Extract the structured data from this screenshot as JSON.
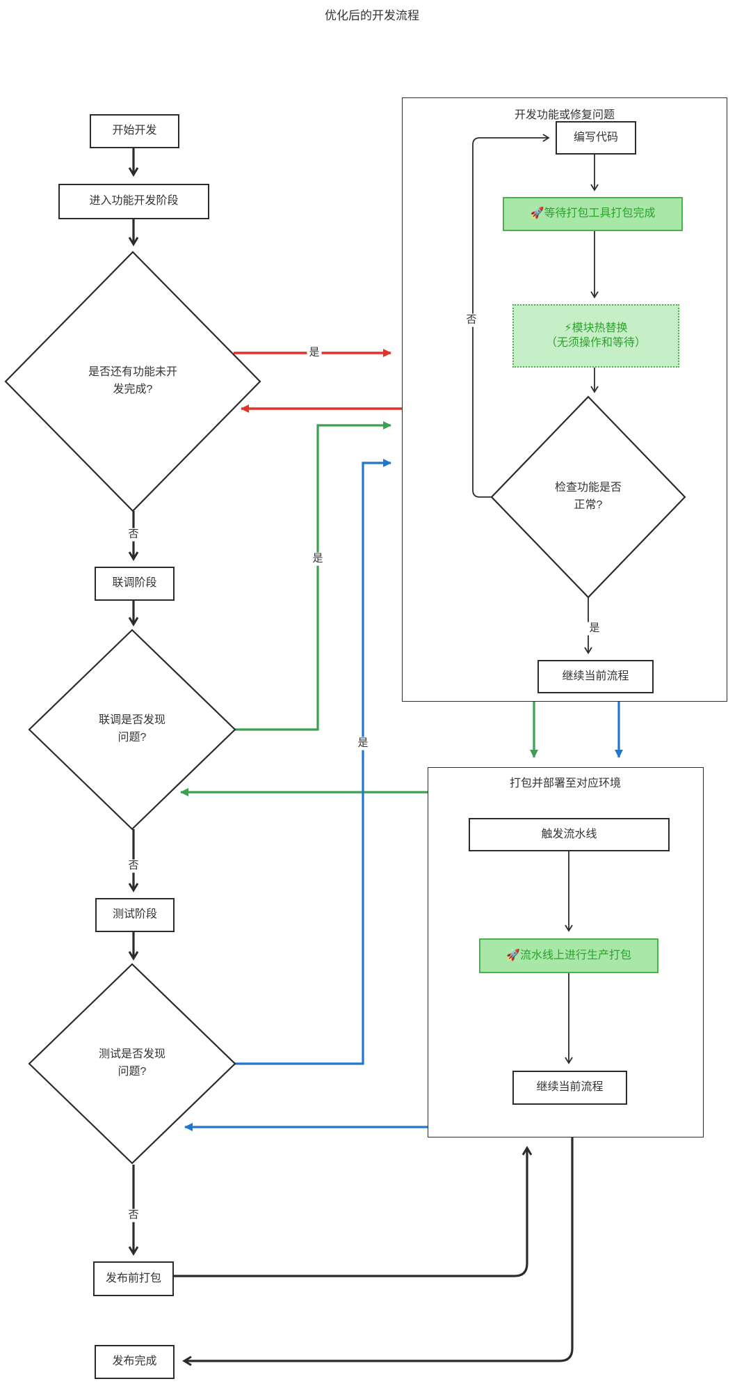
{
  "title": "优化后的开发流程",
  "labels": {
    "yes": "是",
    "no": "否"
  },
  "nodes": {
    "start": "开始开发",
    "enter_dev": "进入功能开发阶段",
    "d_features": "是否还有功能未开发完成?",
    "joint_debug": "联调阶段",
    "d_joint": "联调是否发现问题?",
    "test_stage": "测试阶段",
    "d_test": "测试是否发现问题?",
    "prerelease_pack": "发布前打包",
    "release_done": "发布完成"
  },
  "subgraph_dev": {
    "title": "开发功能或修复问题",
    "write_code": "编写代码",
    "wait_pack": "🚀等待打包工具打包完成",
    "hmr_line1": "⚡模块热替换",
    "hmr_line2": "（无须操作和等待）",
    "d_check": "检查功能是否正常?",
    "continue_flow": "继续当前流程"
  },
  "subgraph_deploy": {
    "title": "打包并部署至对应环境",
    "trigger_pipeline": "触发流水线",
    "prod_pack": "🚀流水线上进行生产打包",
    "continue_flow": "继续当前流程"
  },
  "colors": {
    "red_edge": "#e53228",
    "green_edge": "#3ca052",
    "blue_edge": "#2176d0",
    "black_edge": "#2b2b2b",
    "green_node_fill": "#a9e7a9",
    "green_node_fill_light": "#c7efc7",
    "green_node_border": "#46b446",
    "green_node_text": "#2aa32a",
    "node_fill": "#ffffff",
    "text": "#333333"
  }
}
